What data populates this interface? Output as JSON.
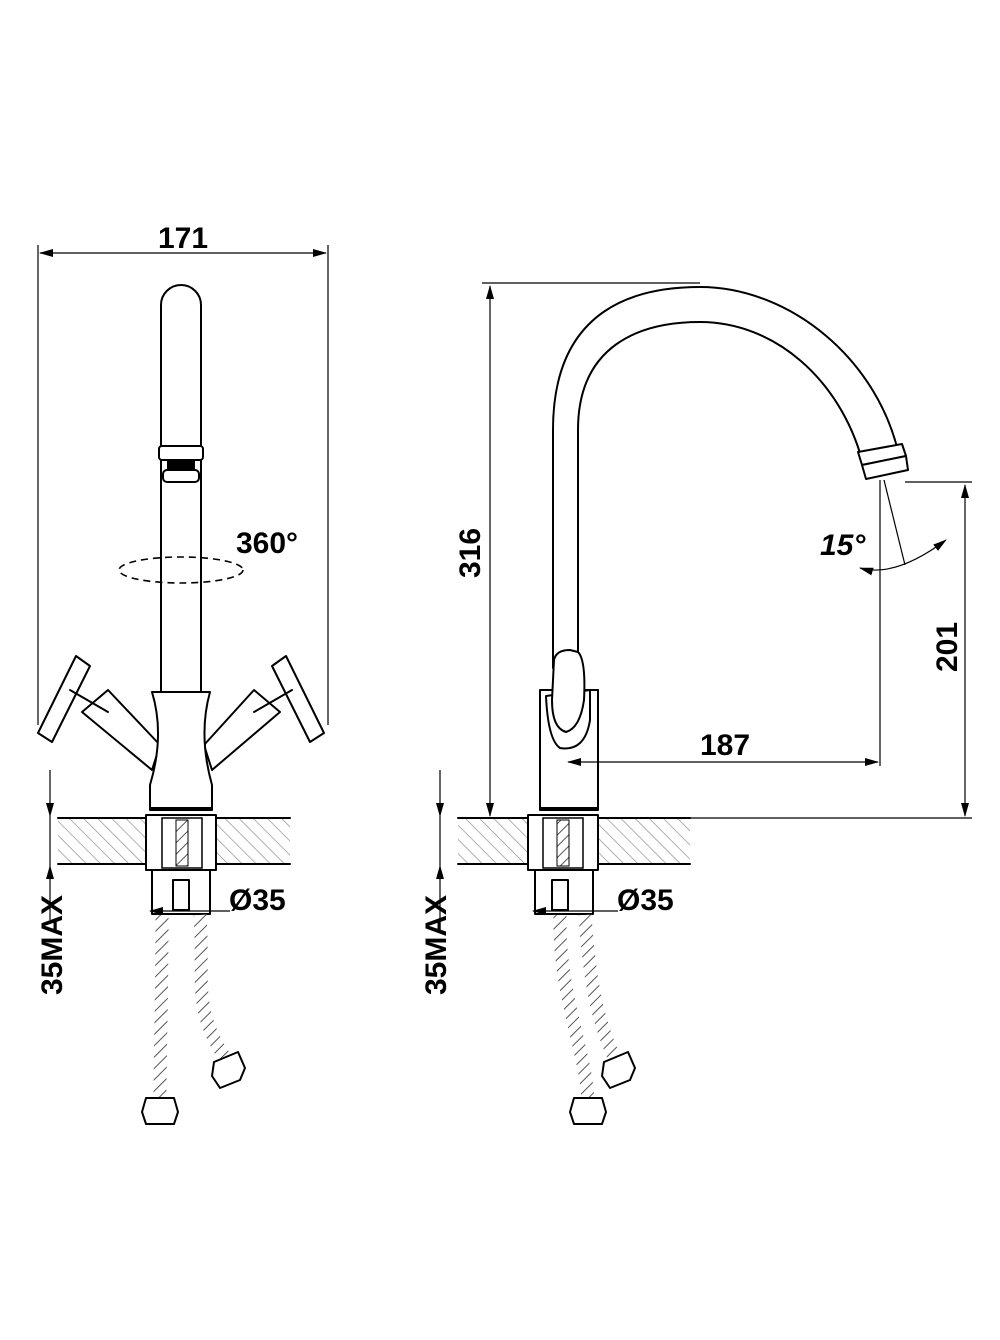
{
  "front_view": {
    "width_dim": "171",
    "swivel_angle": "360°",
    "hole_diameter": "Ø35",
    "countertop_max": "35MAX"
  },
  "side_view": {
    "height_dim": "316",
    "aerator_height_dim": "201",
    "reach_dim": "187",
    "aerator_tilt": "15°",
    "hole_diameter": "Ø35",
    "countertop_max": "35MAX"
  }
}
